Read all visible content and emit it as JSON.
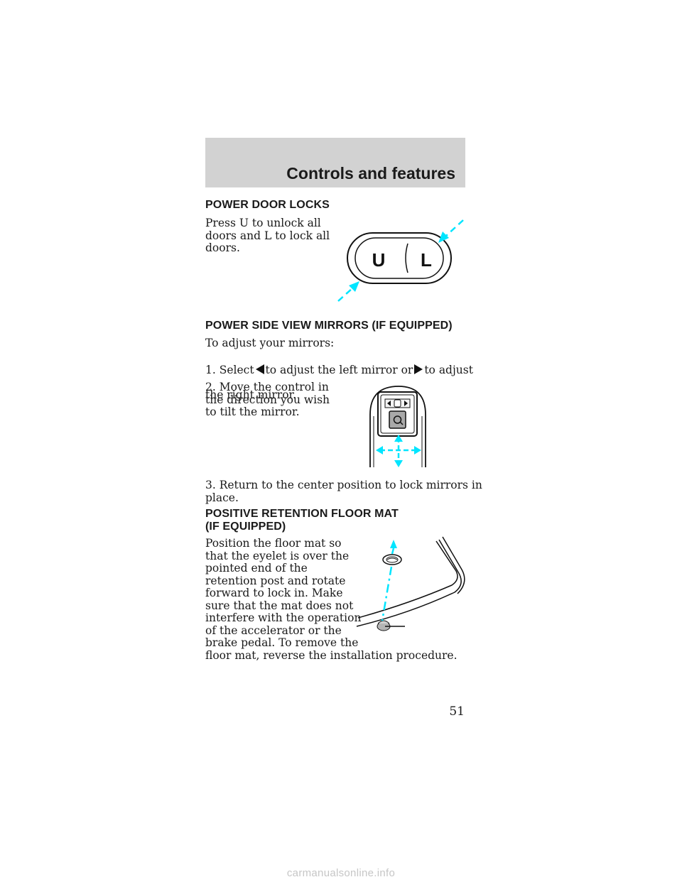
{
  "header": {
    "title": "Controls and features"
  },
  "sections": {
    "door_locks": {
      "heading": "POWER DOOR LOCKS",
      "body": "Press U to unlock all\ndoors and L to lock all\ndoors.",
      "switch_labels": {
        "unlock": "U",
        "lock": "L"
      }
    },
    "mirrors": {
      "heading": "POWER SIDE VIEW MIRRORS (IF EQUIPPED)",
      "intro": "To adjust your mirrors:",
      "step1": {
        "a": "1. Select",
        "b": "to adjust the left mirror or",
        "c": "to adjust",
        "d": "the right mirror."
      },
      "step2": "2. Move the control in\nthe direction you wish\nto tilt the mirror.",
      "step3": "3. Return to the center position to lock mirrors in\nplace."
    },
    "floor_mat": {
      "heading_line1": "POSITIVE RETENTION FLOOR MAT",
      "heading_line2": "(IF EQUIPPED)",
      "body_narrow": "Position the floor mat so\nthat the eyelet is over the\npointed end of the\nretention post and rotate\nforward to lock in. Make\nsure that the mat does not\ninterfere with the operation\nof the accelerator or the\nbrake pedal. To remove the",
      "body_wide": "floor mat, reverse the installation procedure."
    }
  },
  "page_number": "51",
  "watermark": "carmanualsonline.info",
  "colors": {
    "header_band": "#d2d2d2",
    "arrow_cyan": "#00e5ff",
    "text": "#1a1a1a"
  },
  "icons": [
    "left-triangle-icon",
    "right-triangle-icon"
  ]
}
